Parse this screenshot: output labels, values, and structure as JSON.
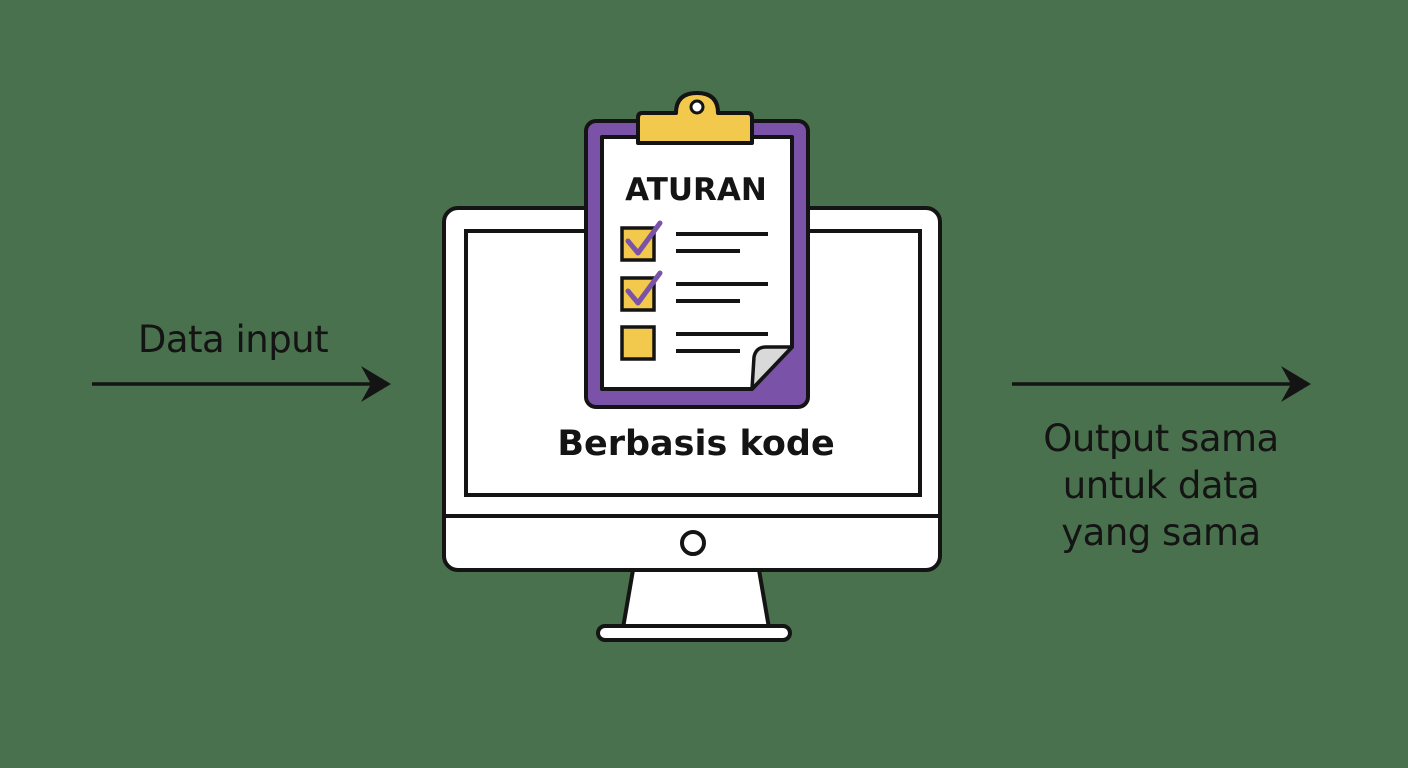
{
  "input": {
    "label": "Data input"
  },
  "computer": {
    "screen_label": "Berbasis kode"
  },
  "clipboard": {
    "title": "ATURAN",
    "items": [
      {
        "checked": true
      },
      {
        "checked": true
      },
      {
        "checked": false
      }
    ]
  },
  "output": {
    "lines": [
      "Output sama",
      "untuk data",
      "yang sama"
    ]
  },
  "colors": {
    "background": "#4a714d",
    "clipboard_board": "#7a52a8",
    "clip": "#f2c94c",
    "checkbox": "#f2c94c",
    "checkmark": "#7a52a8",
    "outline": "#141414",
    "monitor": "#ffffff"
  }
}
